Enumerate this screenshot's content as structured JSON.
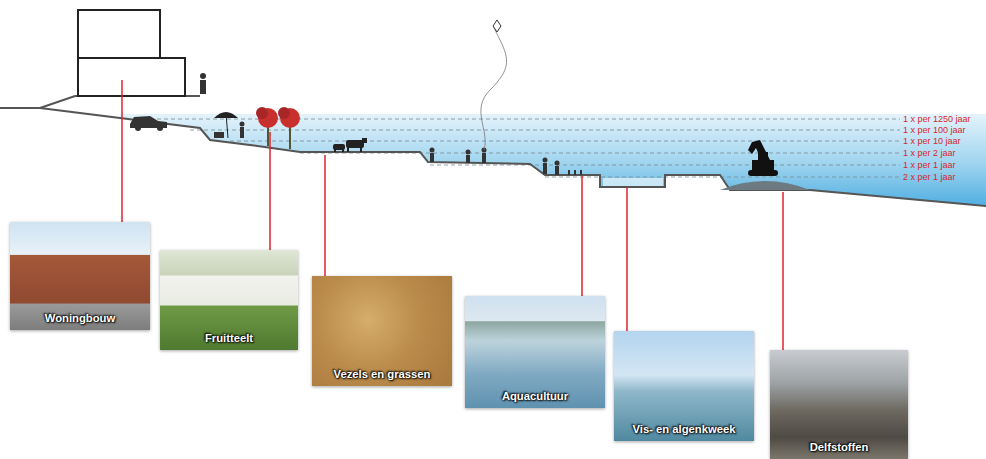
{
  "diagram": {
    "nodes": [
      {
        "text": [
          "Woningbouw"
        ]
      },
      {
        "text": [
          "Fruitteelt"
        ]
      },
      {
        "text": [
          "Vezels en grassen"
        ]
      },
      {
        "text": [
          "Aquacultuur"
        ]
      },
      {
        "text": [
          "Vis- en algenkweek"
        ]
      },
      {
        "text": [
          "Delfstoffen"
        ]
      }
    ],
    "labels": [
      "1 x per 1250 jaar",
      "1 x per 100 jaar",
      "1 x per 10 jaar",
      "1 x per 2 jaar",
      "1 x per 1 jaar",
      "2 x per 1 jaar"
    ]
  }
}
